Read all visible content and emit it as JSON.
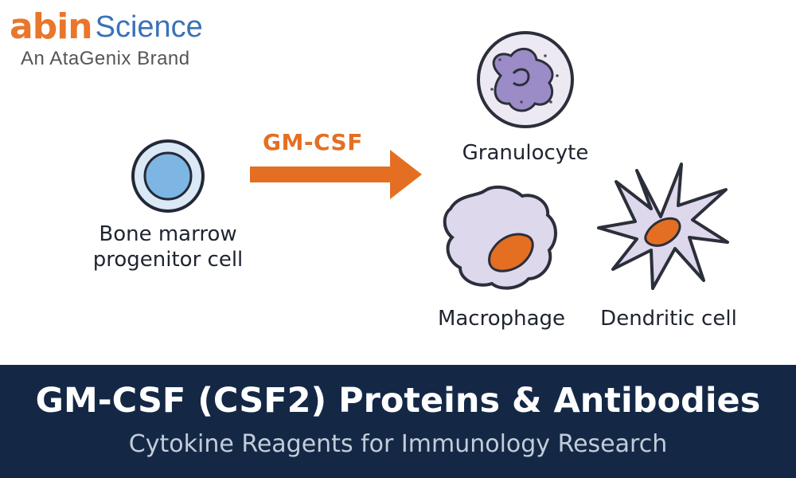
{
  "brand": {
    "logo_prefix": "abin",
    "logo_word": "Science",
    "tagline": "An AtaGenix Brand"
  },
  "diagram": {
    "source_cell": "Bone marrow progenitor cell",
    "source_cell_line1": "Bone marrow",
    "source_cell_line2": "progenitor cell",
    "arrow_label": "GM-CSF",
    "targets": {
      "granulocyte": "Granulocyte",
      "macrophage": "Macrophage",
      "dendritic": "Dendritic cell"
    }
  },
  "banner": {
    "title": "GM-CSF (CSF2) Proteins & Antibodies",
    "subtitle": "Cytokine Reagents for Immunology Research"
  },
  "colors": {
    "accent_orange": "#e46f22",
    "brand_blue": "#3a72b8",
    "cell_fill": "#ddd8ec",
    "cell_outline": "#2b2f3a",
    "nucleus_purple": "#9b8bc6",
    "banner_bg": "#142846"
  }
}
